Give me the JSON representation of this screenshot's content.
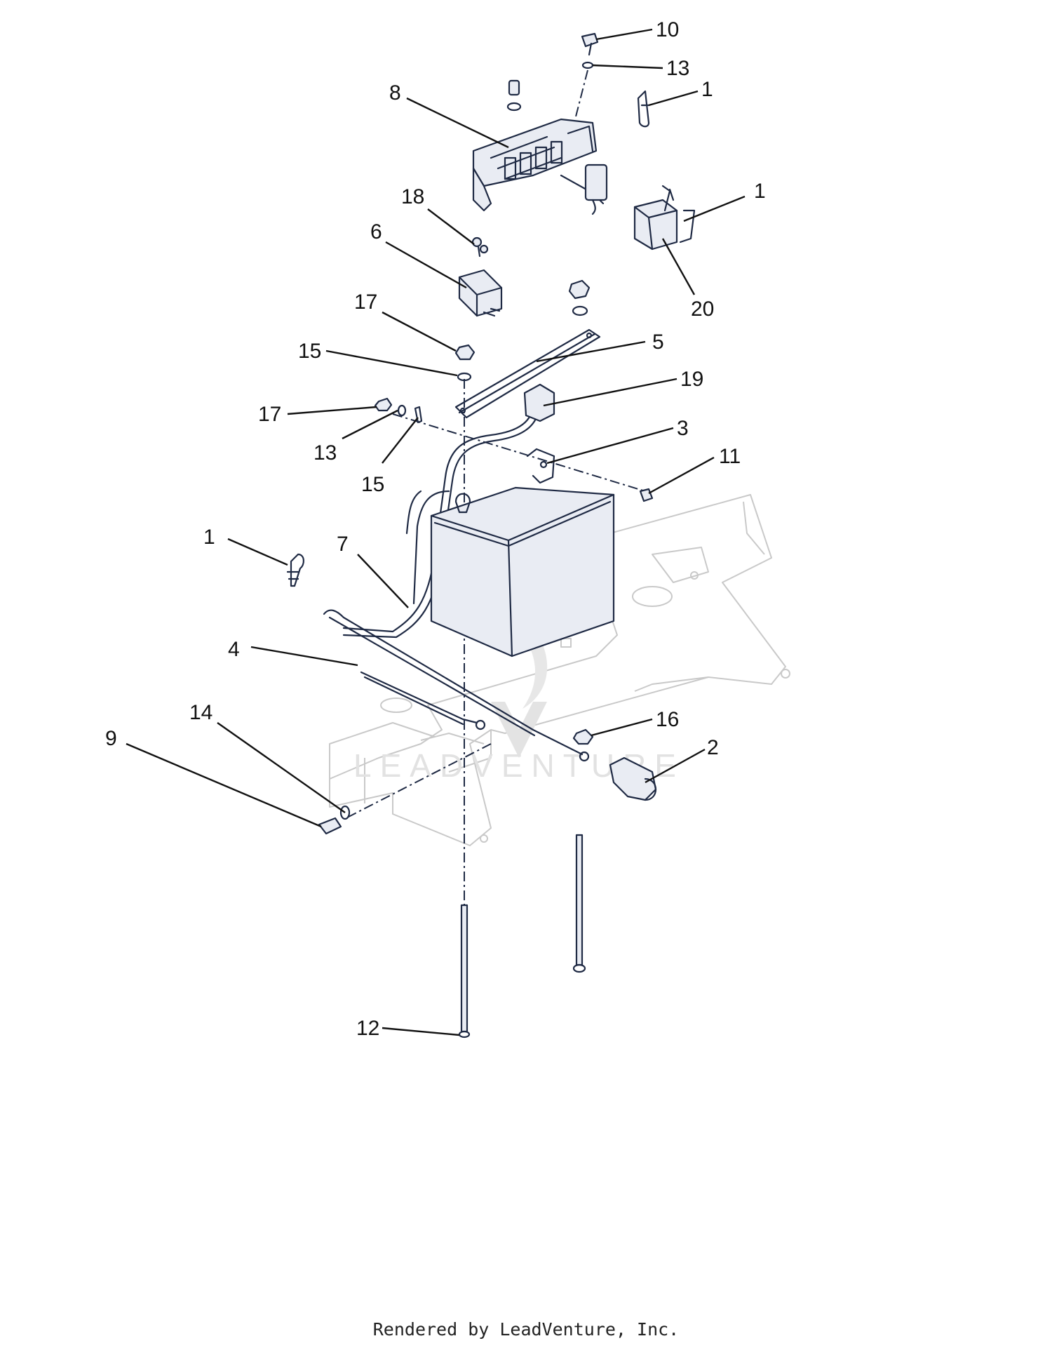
{
  "callouts": [
    {
      "id": "c10",
      "label": "10"
    },
    {
      "id": "c13a",
      "label": "13"
    },
    {
      "id": "c1a",
      "label": "1"
    },
    {
      "id": "c8",
      "label": "8"
    },
    {
      "id": "c1b",
      "label": "1"
    },
    {
      "id": "c18",
      "label": "18"
    },
    {
      "id": "c6",
      "label": "6"
    },
    {
      "id": "c20",
      "label": "20"
    },
    {
      "id": "c17a",
      "label": "17"
    },
    {
      "id": "c5",
      "label": "5"
    },
    {
      "id": "c15a",
      "label": "15"
    },
    {
      "id": "c19",
      "label": "19"
    },
    {
      "id": "c17b",
      "label": "17"
    },
    {
      "id": "c3",
      "label": "3"
    },
    {
      "id": "c13b",
      "label": "13"
    },
    {
      "id": "c11",
      "label": "11"
    },
    {
      "id": "c15b",
      "label": "15"
    },
    {
      "id": "c1c",
      "label": "1"
    },
    {
      "id": "c7",
      "label": "7"
    },
    {
      "id": "c4",
      "label": "4"
    },
    {
      "id": "c14",
      "label": "14"
    },
    {
      "id": "c16",
      "label": "16"
    },
    {
      "id": "c9",
      "label": "9"
    },
    {
      "id": "c2",
      "label": "2"
    },
    {
      "id": "c12",
      "label": "12"
    }
  ],
  "watermark": "LEADVENTURE",
  "footer": "Rendered by LeadVenture, Inc."
}
